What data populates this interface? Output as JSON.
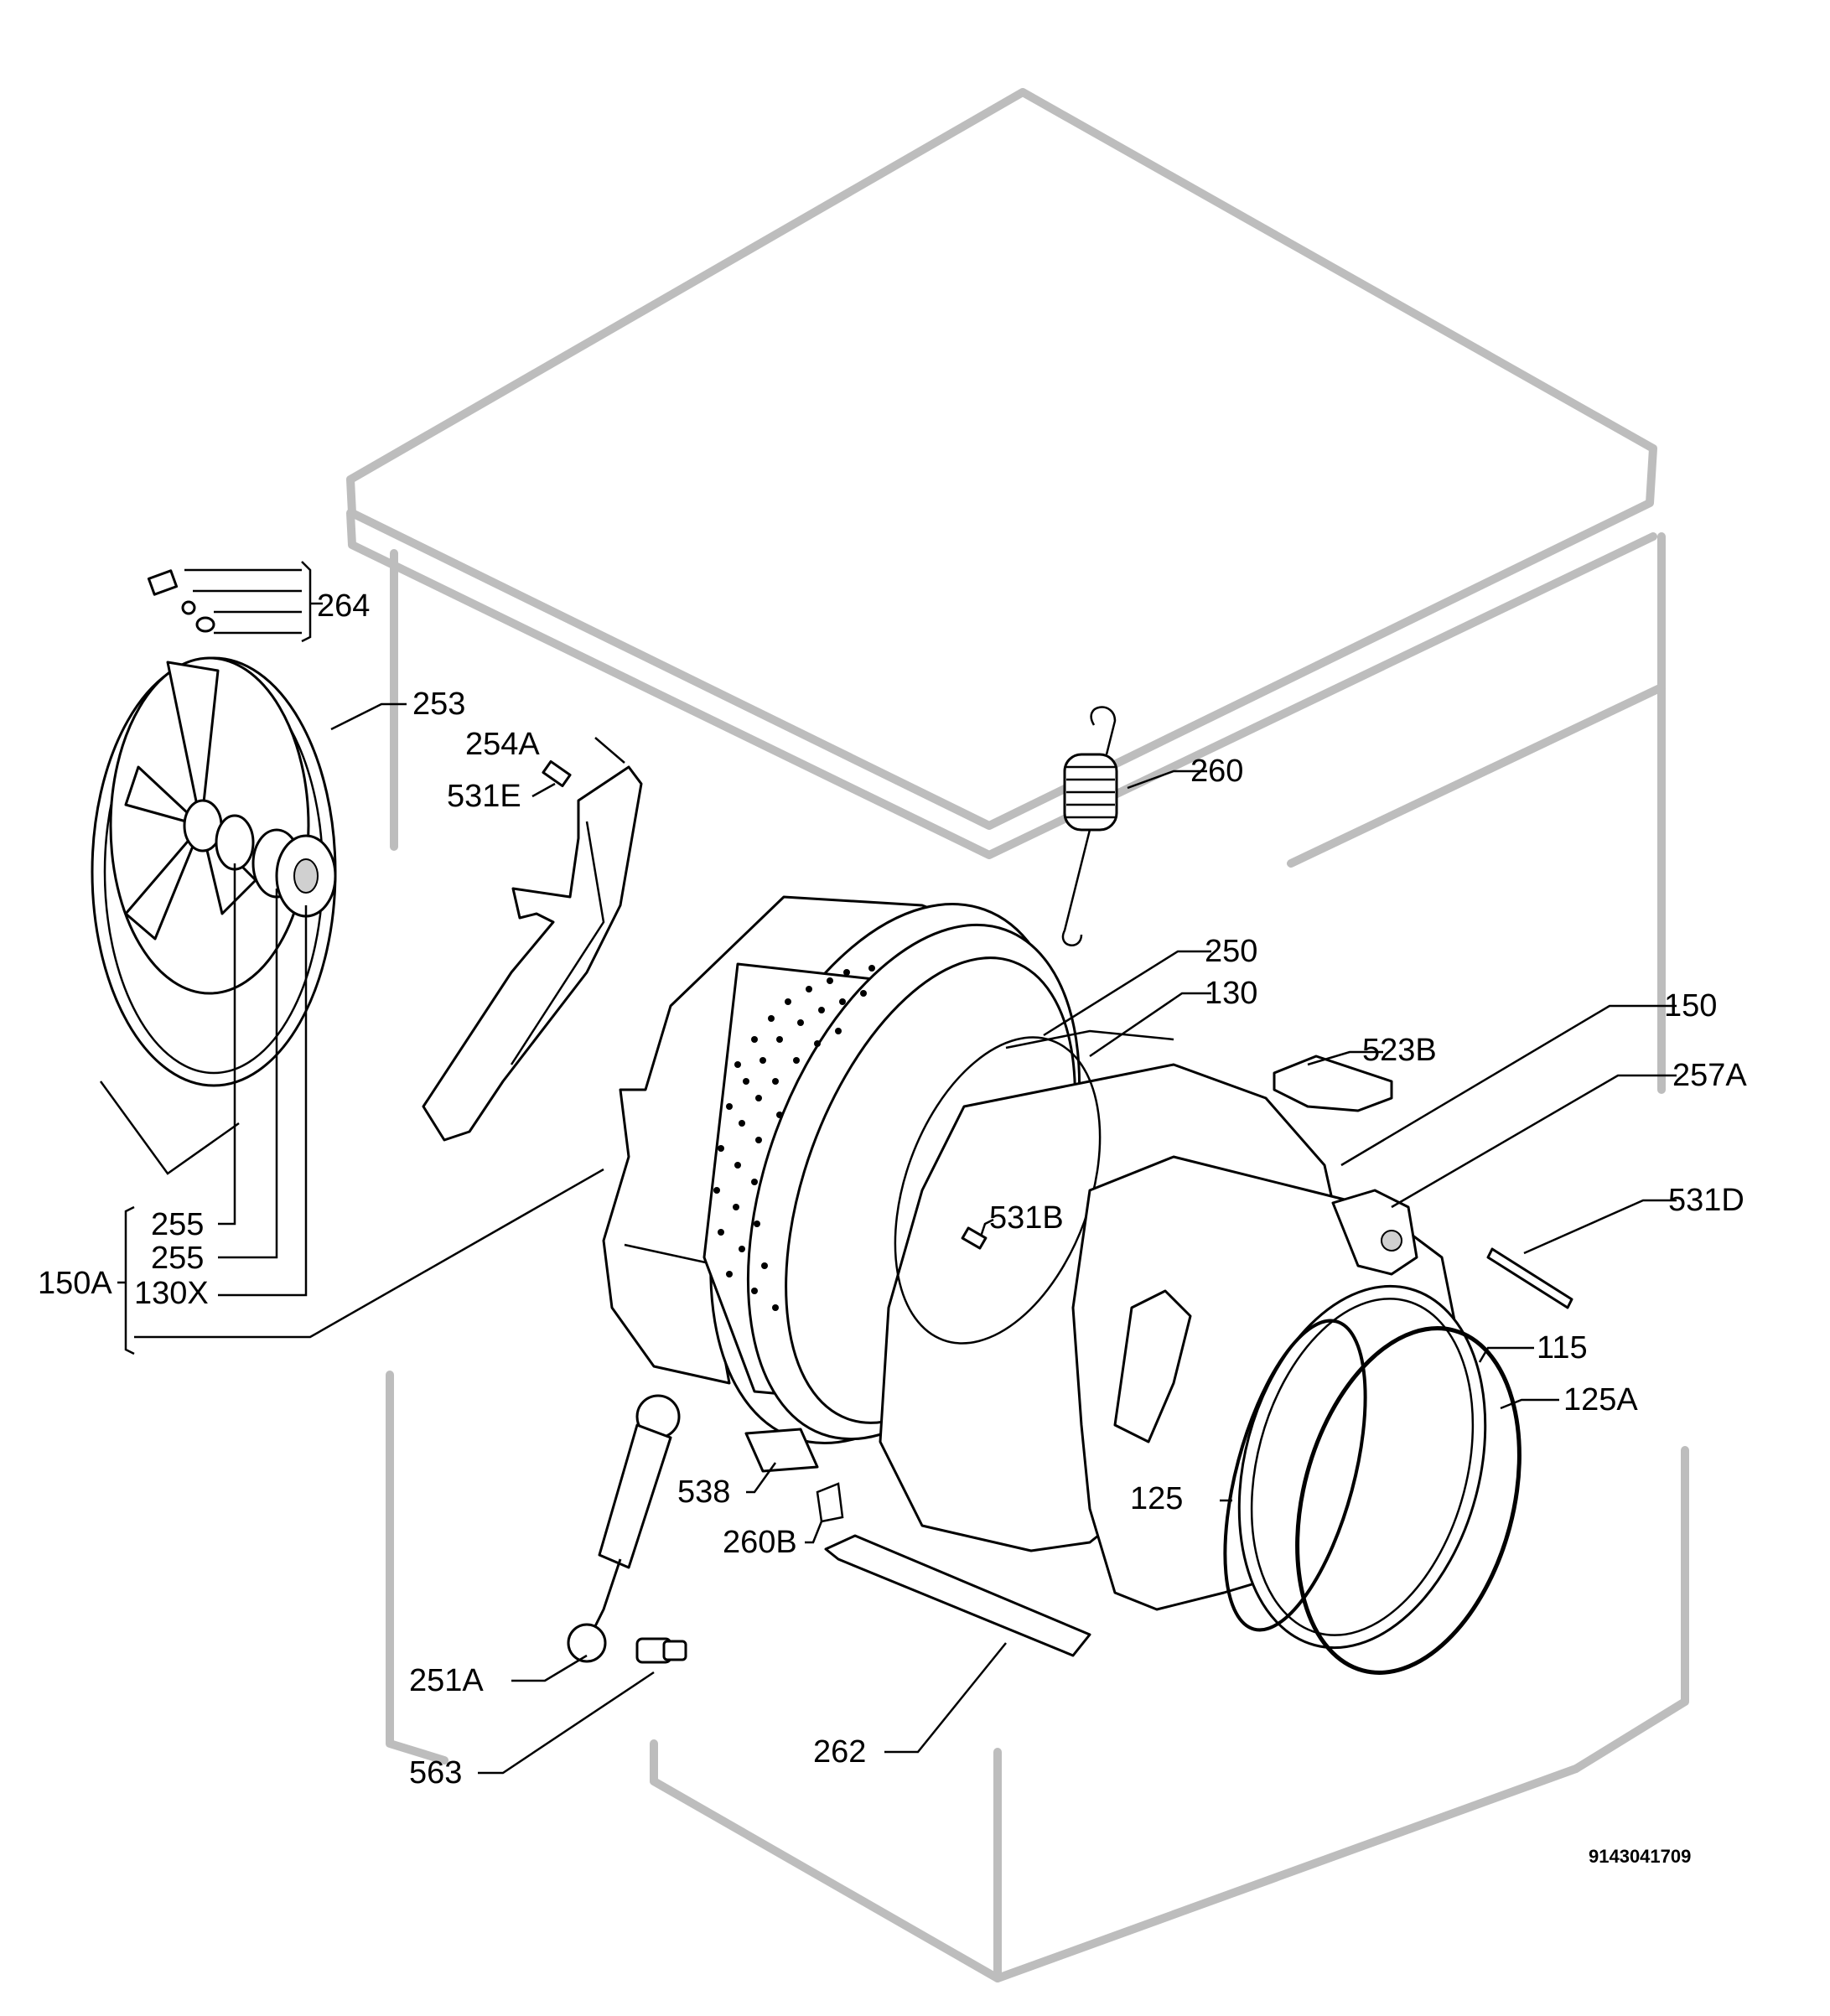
{
  "diagram": {
    "labels": {
      "l264": "264",
      "l253": "253",
      "l254A": "254A",
      "l531E": "531E",
      "l260": "260",
      "l250": "250",
      "l130": "130",
      "l150": "150",
      "l523B": "523B",
      "l257A": "257A",
      "l531B": "531B",
      "l531D": "531D",
      "l255a": "255",
      "l255b": "255",
      "l150A": "150A",
      "l130X": "130X",
      "l115": "115",
      "l125A": "125A",
      "l125": "125",
      "l538": "538",
      "l260B": "260B",
      "l251A": "251A",
      "l262": "262",
      "l563": "563"
    },
    "drawing_code": "9143041709"
  }
}
